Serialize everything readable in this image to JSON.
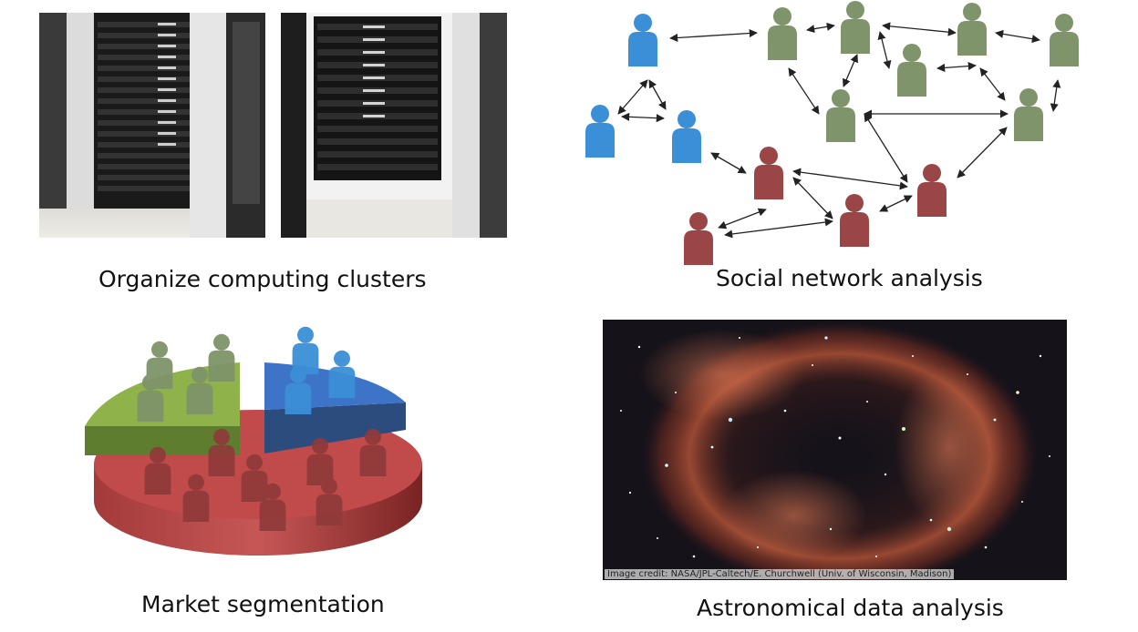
{
  "panels": {
    "clusters": {
      "caption": "Organize computing clusters"
    },
    "social": {
      "caption": "Social network analysis"
    },
    "market": {
      "caption": "Market segmentation"
    },
    "astro": {
      "caption": "Astronomical data analysis",
      "credit": "Image credit: NASA/JPL-Caltech/E. Churchwell (Univ. of Wisconsin, Madison)"
    }
  },
  "colors": {
    "blue_person": "#3b8fd6",
    "green_person": "#7f946a",
    "red_person": "#9a4646",
    "pie_red": "#c14a4a",
    "pie_green": "#8fb34a",
    "pie_blue": "#3d74c7"
  }
}
